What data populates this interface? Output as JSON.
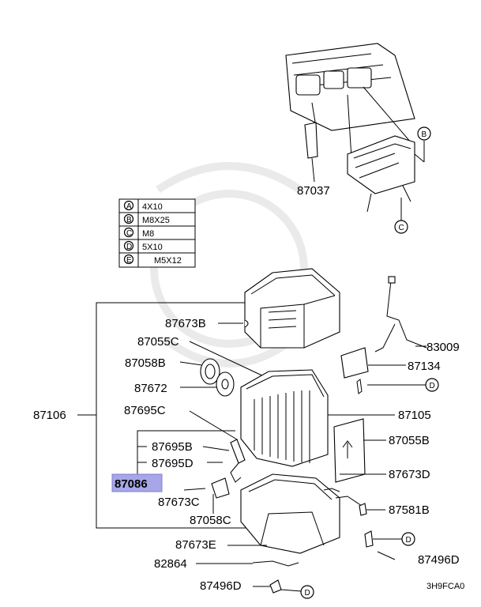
{
  "labels": {
    "p87037": "87037",
    "p87673B": "87673B",
    "p87055C": "87055C",
    "p87058B": "87058B",
    "p87672": "87672",
    "p87695C": "87695C",
    "p87106": "87106",
    "p87695B": "87695B",
    "p87695D": "87695D",
    "p87086": "87086",
    "p87673C": "87673C",
    "p87058C": "87058C",
    "p87673E": "87673E",
    "p82864": "82864",
    "p87496D_left": "87496D",
    "p83009": "83009",
    "p87134": "87134",
    "p87105": "87105",
    "p87055B": "87055B",
    "p87673D": "87673D",
    "p87581B": "87581B",
    "p87496D_right": "87496D"
  },
  "callouts": {
    "B": "B",
    "C": "C",
    "D": "D"
  },
  "fastener_table": [
    {
      "key": "A",
      "spec": "4X10"
    },
    {
      "key": "B",
      "spec": "M8X25"
    },
    {
      "key": "C",
      "spec": "M8"
    },
    {
      "key": "D",
      "spec": "5X10"
    },
    {
      "key": "E",
      "spec": "M5X12"
    }
  ],
  "code": "3H9FCA0",
  "colors": {
    "highlight": "#a6a6e8",
    "ink": "#000000"
  }
}
